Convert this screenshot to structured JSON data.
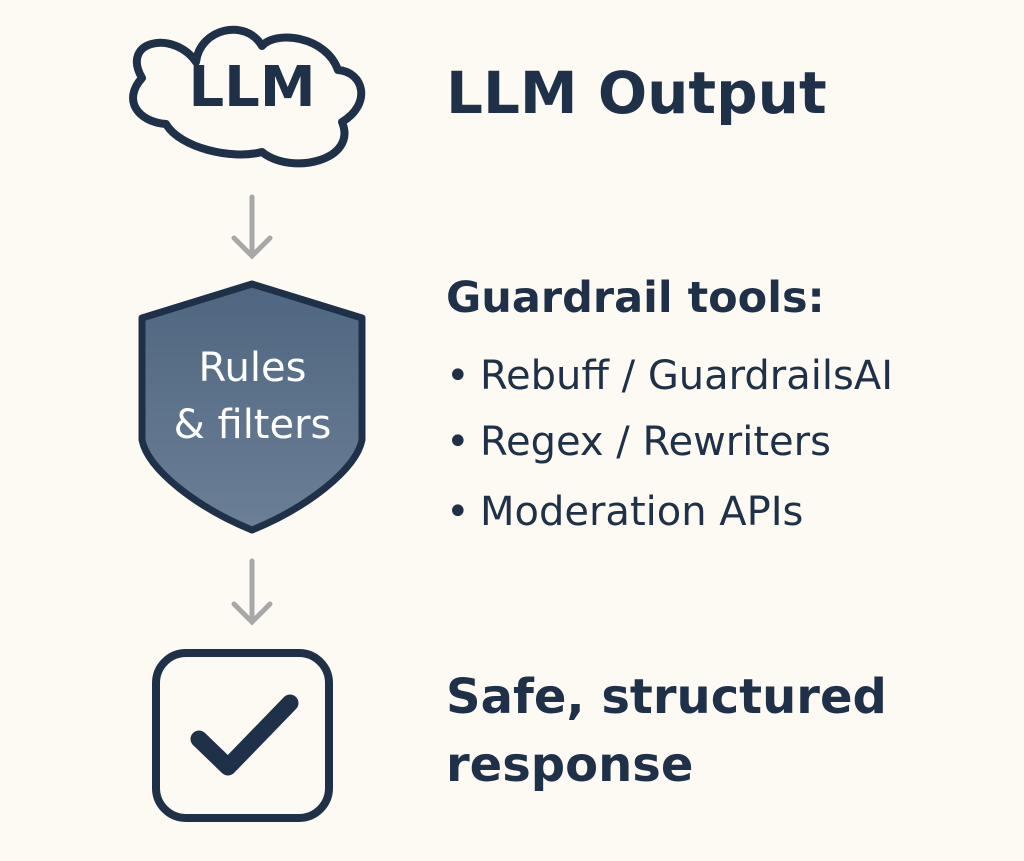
{
  "stages": {
    "cloud_label": "LLM",
    "output_title": "LLM Output",
    "shield_label_line1": "Rules",
    "shield_label_line2": "& filters",
    "tools_title": "Guardrail tools:",
    "tools": [
      "Rebuff / GuardrailsAI",
      "Regex / Rewriters",
      "Moderation APIs"
    ],
    "result_title_line1": "Safe, structured",
    "result_title_line2": "response",
    "bullet_glyph": "•"
  },
  "icons": {
    "cloud": "cloud-icon",
    "arrow": "arrow-down-icon",
    "shield": "shield-icon",
    "check": "checkbox-checked-icon"
  },
  "colors": {
    "background": "#fcfaf3",
    "ink": "#1f3148",
    "shield_fill": "#5b7088",
    "arrow": "#a8a8a8"
  }
}
